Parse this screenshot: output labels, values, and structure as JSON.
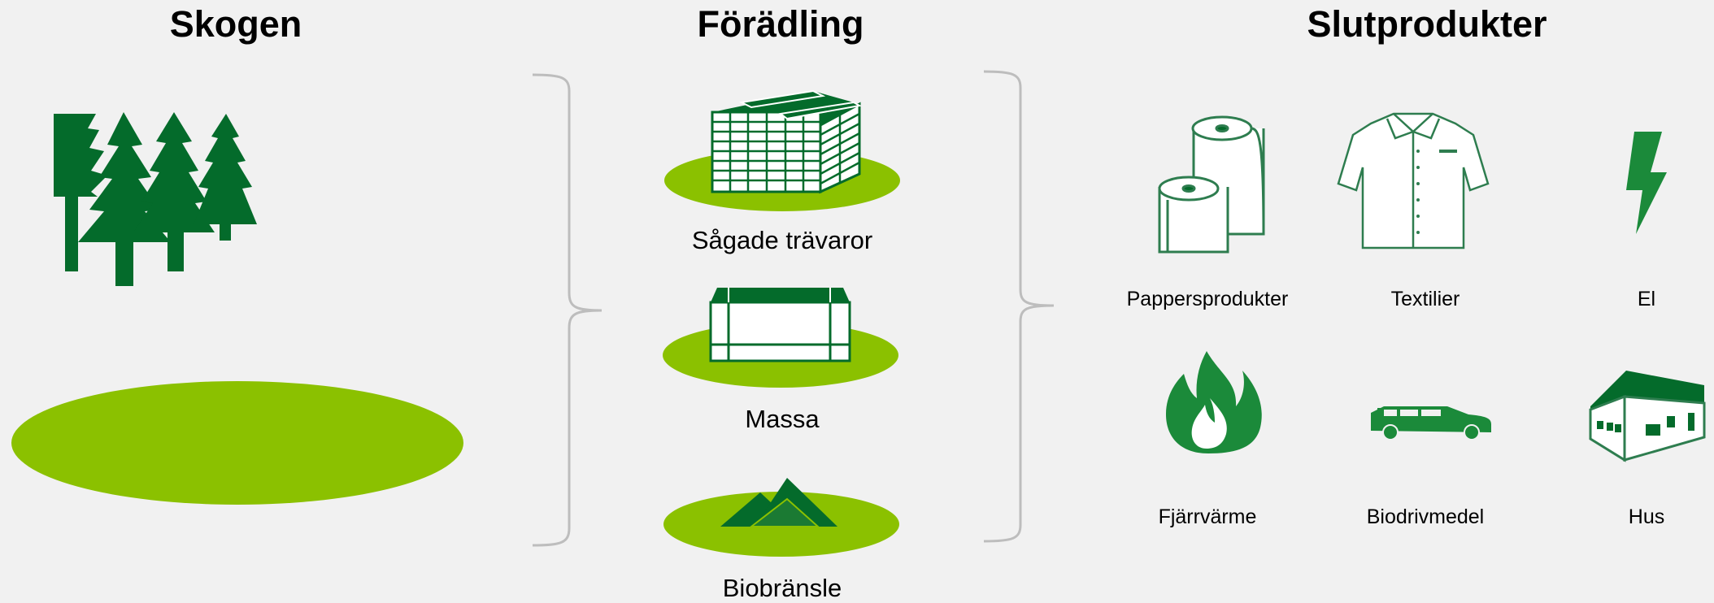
{
  "headings": {
    "forest": "Skogen",
    "processing": "Förädling",
    "end_products": "Slutprodukter"
  },
  "processing_items": [
    {
      "label": "Sågade trävaror",
      "icon": "lumber-stack-icon"
    },
    {
      "label": "Massa",
      "icon": "pulp-bale-icon"
    },
    {
      "label": "Biobränsle",
      "icon": "biofuel-pile-icon"
    }
  ],
  "end_products": [
    {
      "label": "Pappersprodukter",
      "icon": "paper-rolls-icon"
    },
    {
      "label": "Textilier",
      "icon": "shirt-icon"
    },
    {
      "label": "El",
      "icon": "lightning-icon"
    },
    {
      "label": "Fjärrvärme",
      "icon": "flame-icon"
    },
    {
      "label": "Biodrivmedel",
      "icon": "car-icon"
    },
    {
      "label": "Hus",
      "icon": "house-icon"
    }
  ],
  "colors": {
    "background": "#f1f1f1",
    "dark_green": "#046b2b",
    "lime_green": "#8bc100",
    "bracket_gray": "#bdbdbd",
    "icon_outline": "#2e7d4f"
  }
}
